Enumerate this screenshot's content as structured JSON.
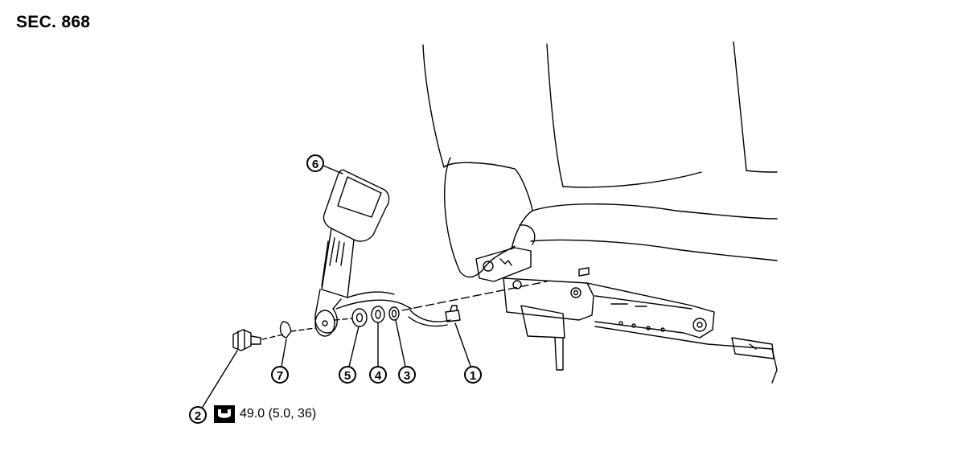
{
  "section_label": "SEC. 868",
  "callouts": [
    {
      "id": "callout-1",
      "number": "1"
    },
    {
      "id": "callout-2",
      "number": "2"
    },
    {
      "id": "callout-3",
      "number": "3"
    },
    {
      "id": "callout-4",
      "number": "4"
    },
    {
      "id": "callout-5",
      "number": "5"
    },
    {
      "id": "callout-6",
      "number": "6"
    },
    {
      "id": "callout-7",
      "number": "7"
    }
  ],
  "torque": {
    "icon": "torque-wrench-icon",
    "value": "49.0 (5.0, 36)"
  },
  "colors": {
    "line": "#000000",
    "background": "#ffffff"
  }
}
